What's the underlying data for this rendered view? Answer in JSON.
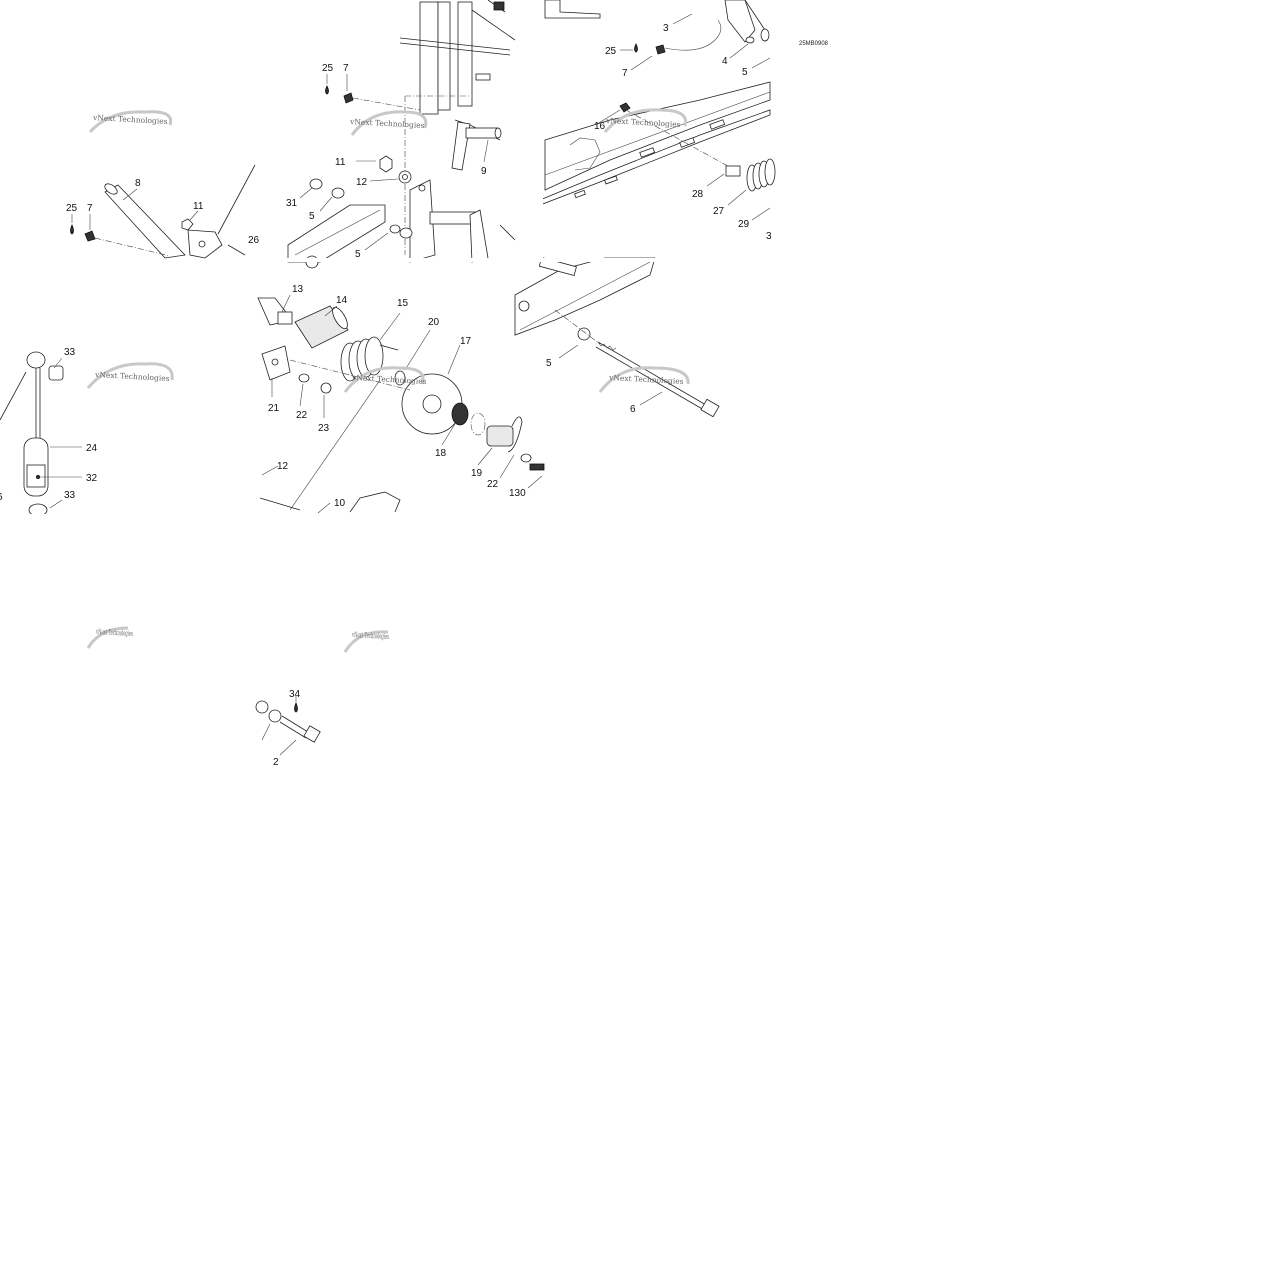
{
  "watermark": "vNext Technologies",
  "reference_code": "25MB0908",
  "callouts": [
    "25",
    "7",
    "3",
    "25",
    "7",
    "4",
    "5",
    "25",
    "7",
    "8",
    "11",
    "26",
    "11",
    "12",
    "31",
    "5",
    "5",
    "9",
    "16",
    "28",
    "27",
    "29",
    "3",
    "13",
    "14",
    "15",
    "20",
    "17",
    "21",
    "22",
    "23",
    "18",
    "19",
    "22",
    "130",
    "12",
    "10",
    "33",
    "24",
    "32",
    "33",
    "6",
    "5",
    "6",
    "34",
    "2"
  ]
}
